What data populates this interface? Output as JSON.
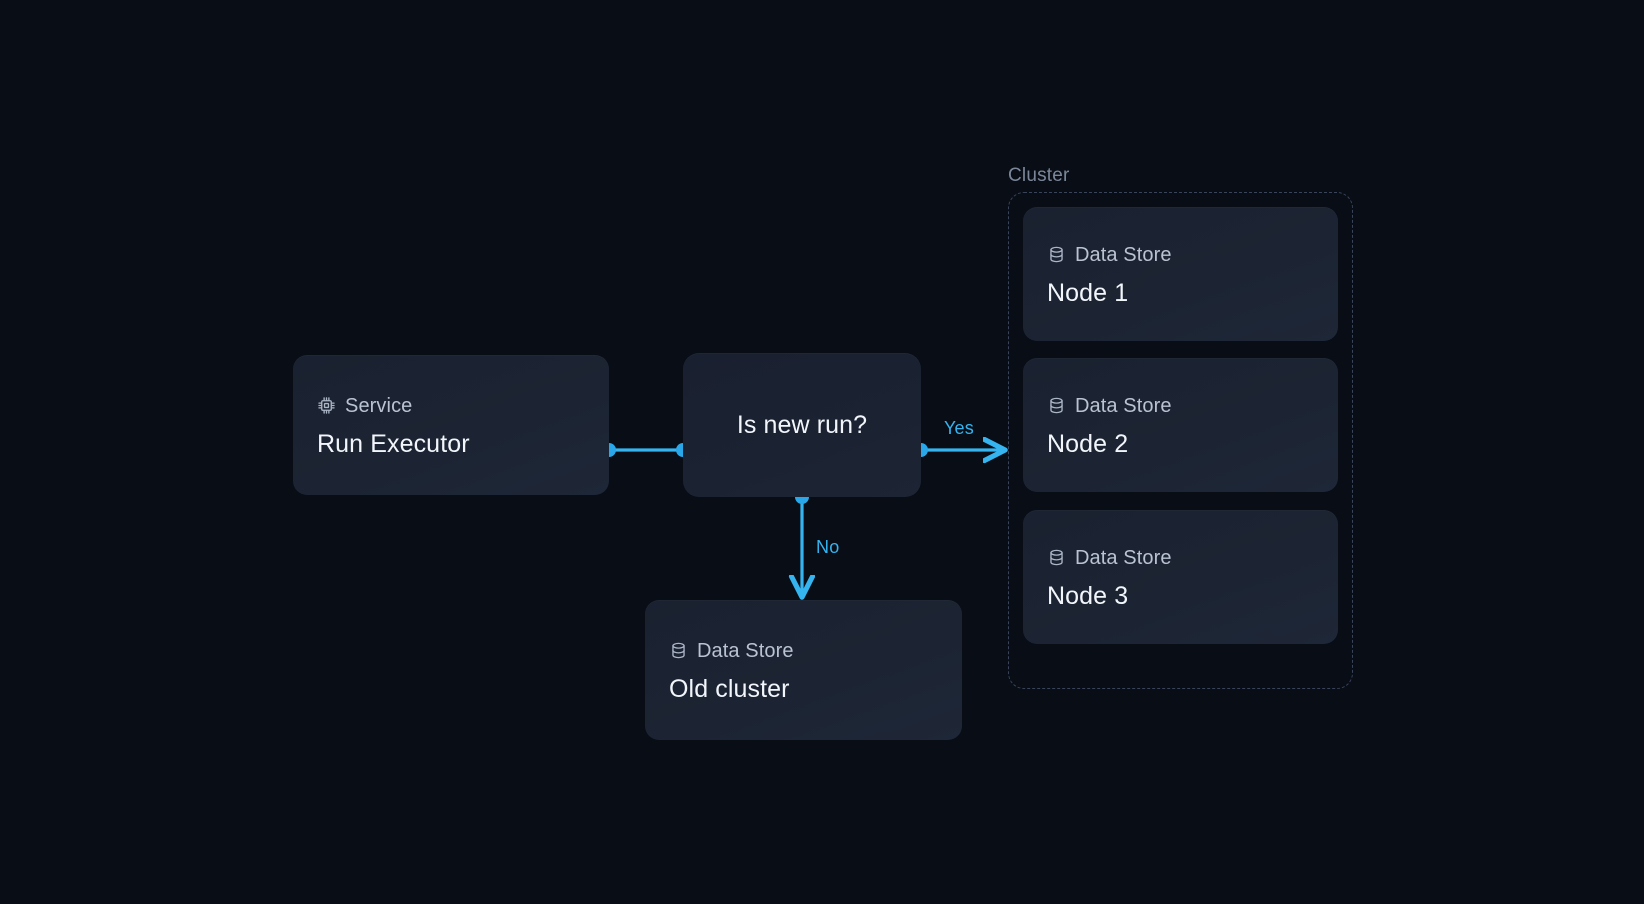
{
  "canvas": {
    "background": "#080d16",
    "accent": "#35b4f0",
    "node_bg": "#1b2333",
    "group_border": "#39435a",
    "title_color": "#f2f6fb",
    "type_color": "#b9c3d2"
  },
  "nodes": [
    {
      "id": "run-executor",
      "type_label": "Service",
      "type_icon": "cpu-chip-icon",
      "title": "Run Executor"
    },
    {
      "id": "decision",
      "label": "Is new run?"
    },
    {
      "id": "old-cluster",
      "type_label": "Data Store",
      "type_icon": "database-icon",
      "title": "Old cluster"
    }
  ],
  "cluster": {
    "label": "Cluster",
    "nodes": [
      {
        "id": "node-1",
        "type_label": "Data Store",
        "type_icon": "database-icon",
        "title": "Node 1"
      },
      {
        "id": "node-2",
        "type_label": "Data Store",
        "type_icon": "database-icon",
        "title": "Node 2"
      },
      {
        "id": "node-3",
        "type_label": "Data Store",
        "type_icon": "database-icon",
        "title": "Node 3"
      }
    ]
  },
  "edges": [
    {
      "id": "executor-to-decision",
      "from": "run-executor",
      "to": "decision",
      "label": ""
    },
    {
      "id": "decision-yes",
      "from": "decision",
      "to": "cluster",
      "label": "Yes"
    },
    {
      "id": "decision-no",
      "from": "decision",
      "to": "old-cluster",
      "label": "No"
    }
  ]
}
